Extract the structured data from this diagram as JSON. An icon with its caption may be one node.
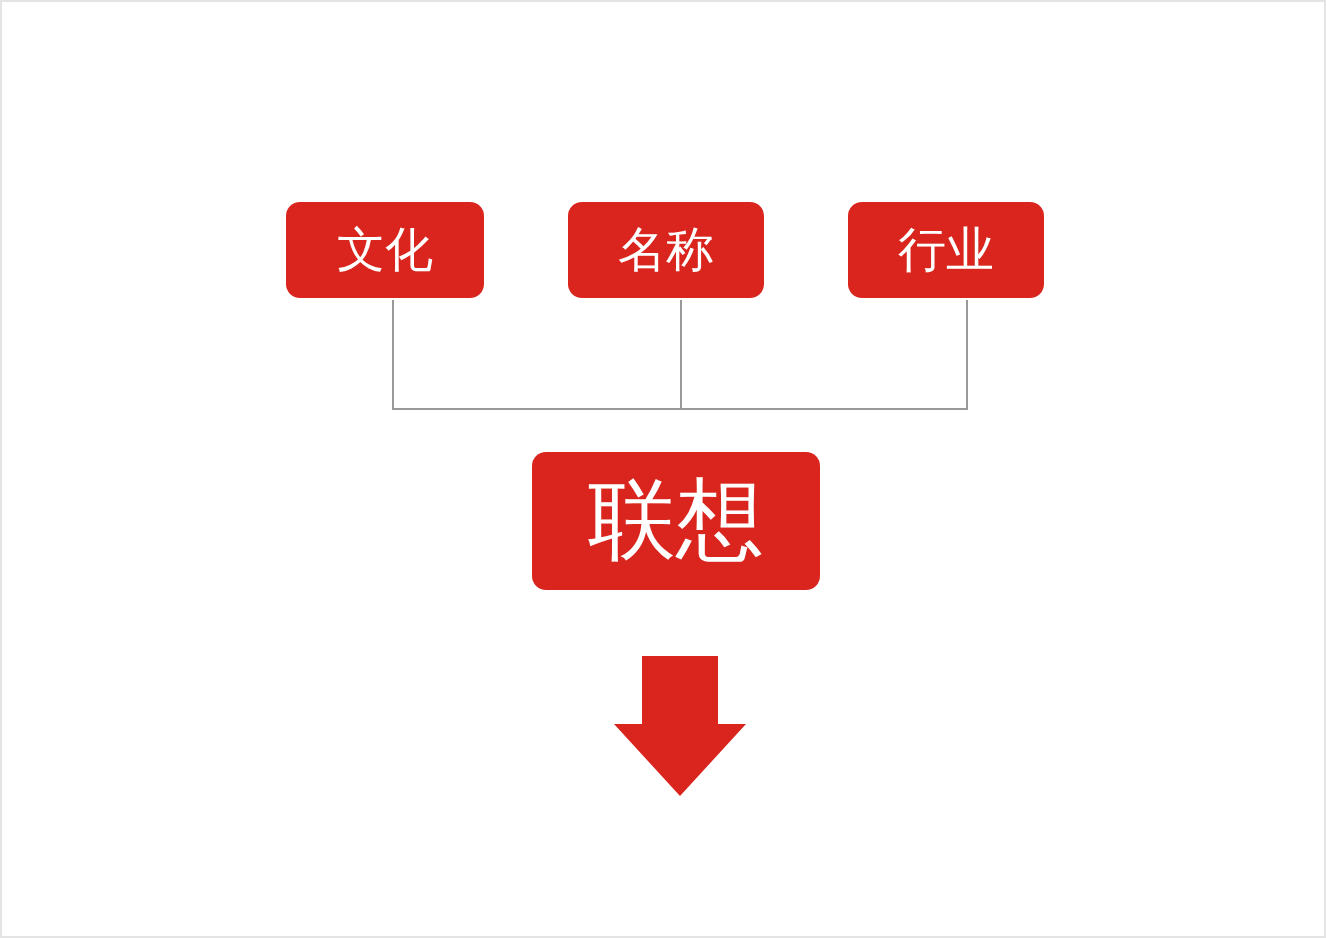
{
  "diagram": {
    "nodes": [
      {
        "text": [
          "文化"
        ]
      },
      {
        "text": [
          "名称"
        ]
      },
      {
        "text": [
          "行业"
        ]
      },
      {
        "text": [
          "联想"
        ]
      }
    ]
  }
}
